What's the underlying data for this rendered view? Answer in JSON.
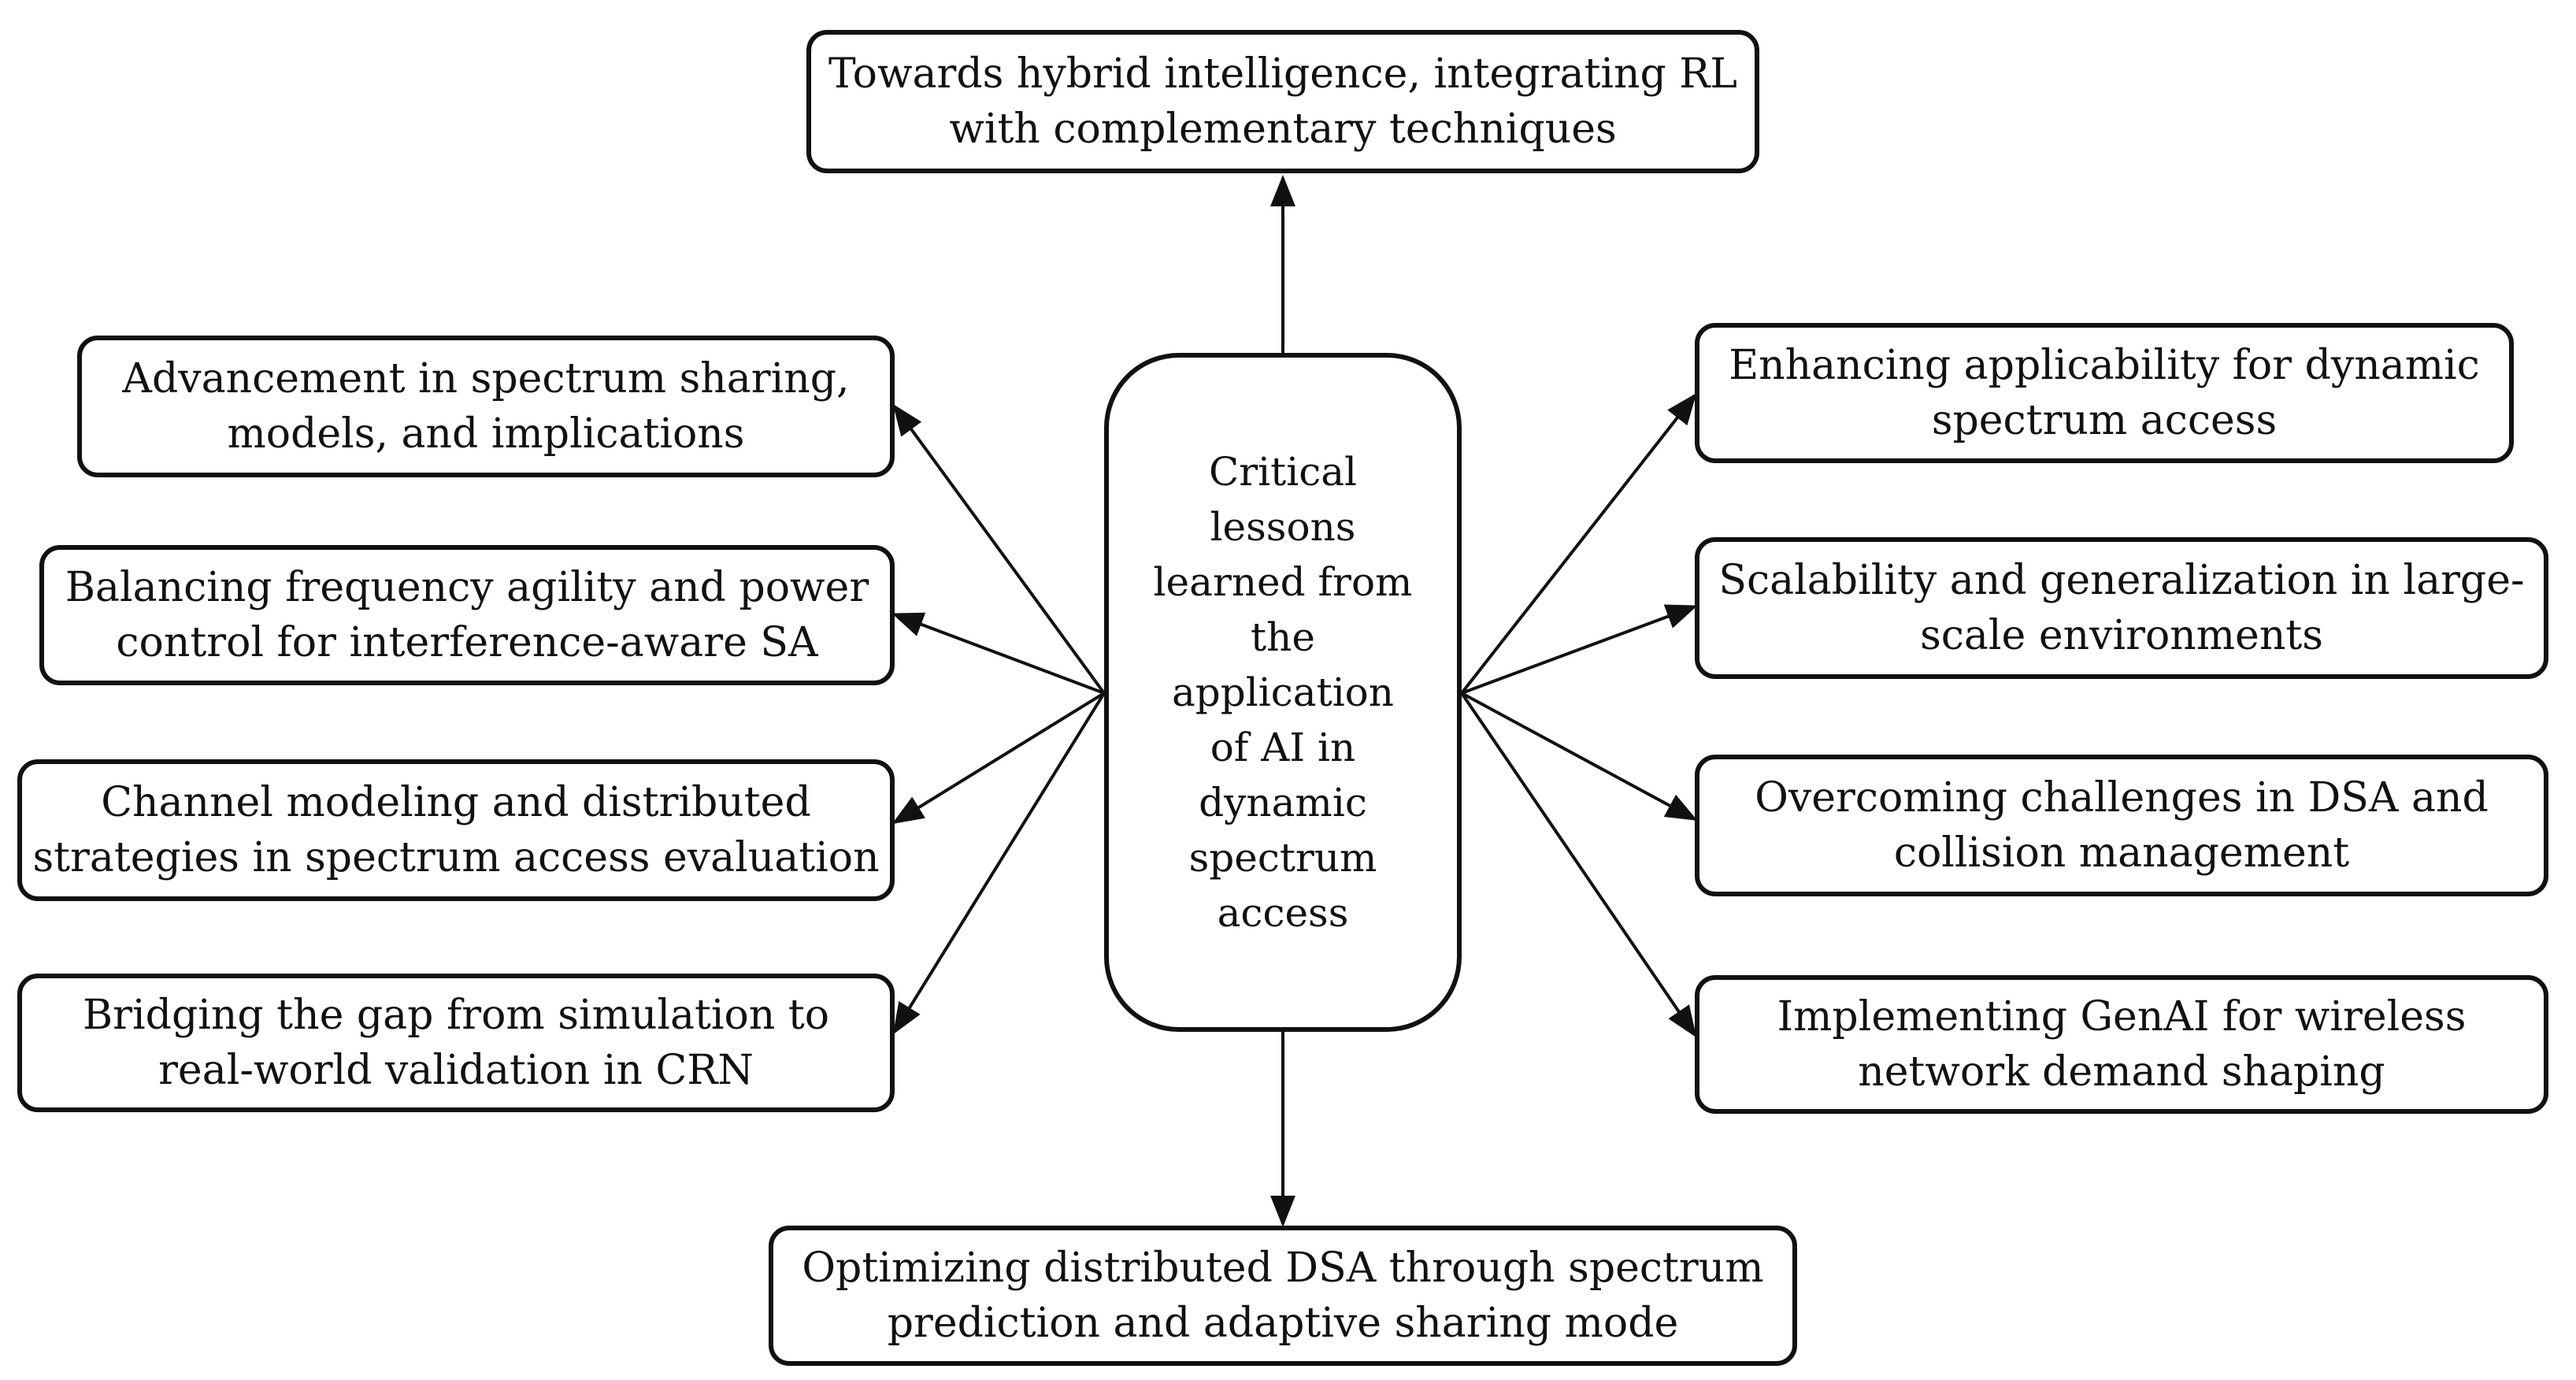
{
  "center": {
    "lines": [
      "Critical",
      "lessons",
      "learned from",
      "the",
      "application",
      "of AI in",
      "dynamic",
      "spectrum",
      "access"
    ]
  },
  "top": {
    "lines": [
      "Towards hybrid intelligence, integrating RL",
      "with complementary techniques"
    ]
  },
  "bottom": {
    "lines": [
      "Optimizing distributed DSA through spectrum",
      "prediction and adaptive sharing mode"
    ]
  },
  "left": [
    {
      "lines": [
        "Advancement in spectrum sharing,",
        "models, and implications"
      ]
    },
    {
      "lines": [
        "Balancing frequency agility and power",
        "control for interference-aware SA"
      ]
    },
    {
      "lines": [
        "Channel modeling and distributed",
        "strategies in spectrum access evaluation"
      ]
    },
    {
      "lines": [
        "Bridging the gap from simulation to",
        "real-world validation in CRN"
      ]
    }
  ],
  "right": [
    {
      "lines": [
        "Enhancing applicability for dynamic",
        "spectrum access"
      ]
    },
    {
      "lines": [
        "Scalability and generalization in large-",
        "scale environments"
      ]
    },
    {
      "lines": [
        "Overcoming challenges in DSA and",
        "collision management"
      ]
    },
    {
      "lines": [
        "Implementing GenAI for wireless",
        "network demand shaping"
      ]
    }
  ],
  "colors": {
    "stroke": "#111111",
    "background": "#ffffff"
  }
}
